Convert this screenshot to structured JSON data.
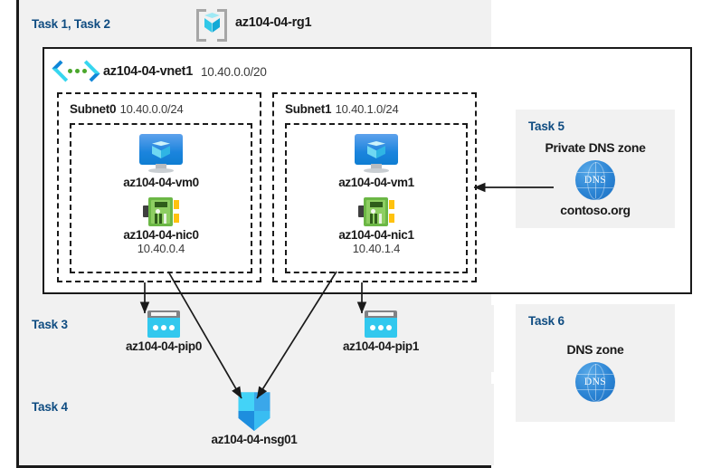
{
  "resource_group": {
    "task_label": "Task 1, Task 2",
    "name": "az104-04-rg1",
    "icon": "resource-group-cube-icon"
  },
  "vnet": {
    "name": "az104-04-vnet1",
    "cidr": "10.40.0.0/20",
    "icon": "virtual-network-icon"
  },
  "subnets": [
    {
      "name": "Subnet0",
      "cidr": "10.40.0.0/24",
      "vm": {
        "name": "az104-04-vm0",
        "icon": "virtual-machine-icon"
      },
      "nic": {
        "name": "az104-04-nic0",
        "ip": "10.40.0.4",
        "icon": "network-interface-icon"
      }
    },
    {
      "name": "Subnet1",
      "cidr": "10.40.1.0/24",
      "vm": {
        "name": "az104-04-vm1",
        "icon": "virtual-machine-icon"
      },
      "nic": {
        "name": "az104-04-nic1",
        "ip": "10.40.1.4",
        "icon": "network-interface-icon"
      }
    }
  ],
  "task3": {
    "task_label": "Task 3",
    "public_ips": [
      {
        "name": "az104-04-pip0",
        "icon": "public-ip-icon"
      },
      {
        "name": "az104-04-pip1",
        "icon": "public-ip-icon"
      }
    ]
  },
  "task4": {
    "task_label": "Task 4",
    "nsg": {
      "name": "az104-04-nsg01",
      "icon": "network-security-group-shield-icon"
    }
  },
  "task5": {
    "task_label": "Task 5",
    "heading": "Private DNS zone",
    "zone_name": "contoso.org",
    "icon": "dns-globe-icon",
    "icon_text": "DNS"
  },
  "task6": {
    "task_label": "Task 6",
    "heading": "DNS zone",
    "icon": "dns-globe-icon",
    "icon_text": "DNS"
  },
  "colors": {
    "task_label": "#0f4c81",
    "panel_background": "#f1f1f1",
    "canvas_background": "#ffffff",
    "border": "#1a1a1a",
    "azure_blue": "#1b8fe0",
    "cyan": "#32c8ee",
    "nic_green": "#6bb745"
  }
}
